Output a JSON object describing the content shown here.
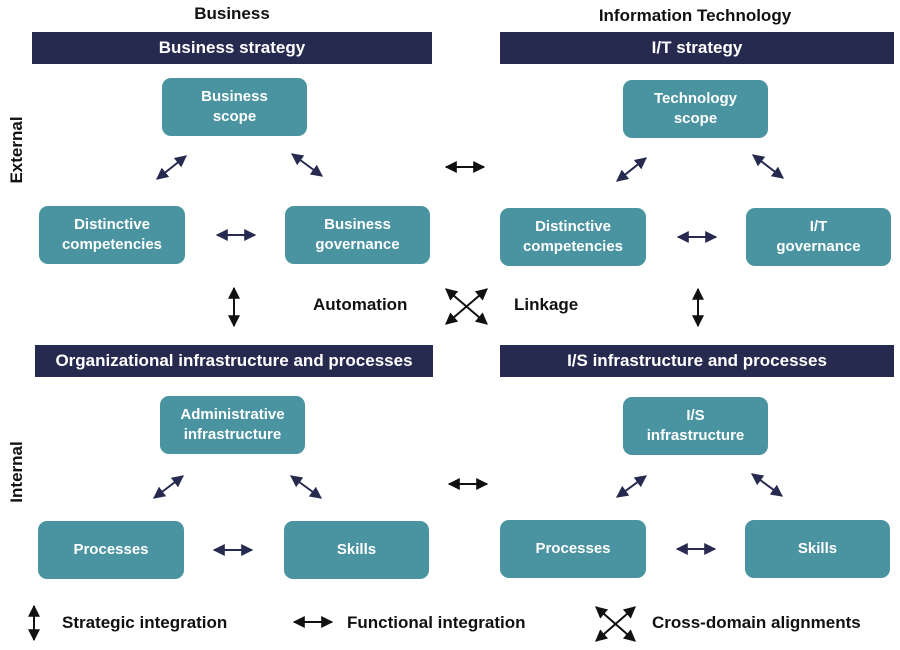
{
  "columns": {
    "business": "Business",
    "it": "Information Technology"
  },
  "rows": {
    "external": "External",
    "internal": "Internal"
  },
  "banners": {
    "business_strategy": "Business strategy",
    "it_strategy": "I/T strategy",
    "org_infrastructure": "Organizational infrastructure and processes",
    "is_infrastructure": "I/S infrastructure and processes"
  },
  "nodes": {
    "business_scope": [
      "Business",
      "scope"
    ],
    "distinctive_competencies_b": [
      "Distinctive",
      "competencies"
    ],
    "business_governance": [
      "Business",
      "governance"
    ],
    "technology_scope": [
      "Technology",
      "scope"
    ],
    "distinctive_competencies_it": [
      "Distinctive",
      "competencies"
    ],
    "it_governance": [
      "I/T",
      "governance"
    ],
    "administrative_infrastructure": [
      "Administrative",
      "infrastructure"
    ],
    "processes_b": [
      "Processes"
    ],
    "skills_b": [
      "Skills"
    ],
    "is_infrastructure": [
      "I/S",
      "infrastructure"
    ],
    "processes_it": [
      "Processes"
    ],
    "skills_it": [
      "Skills"
    ]
  },
  "middle": {
    "automation": "Automation",
    "linkage": "Linkage"
  },
  "legend": {
    "strategic": "Strategic integration",
    "functional": "Functional integration",
    "cross_domain": "Cross-domain alignments"
  },
  "colors": {
    "banner": "#272a4f",
    "node": "#4a93a0",
    "arrow": "#272a4f"
  }
}
